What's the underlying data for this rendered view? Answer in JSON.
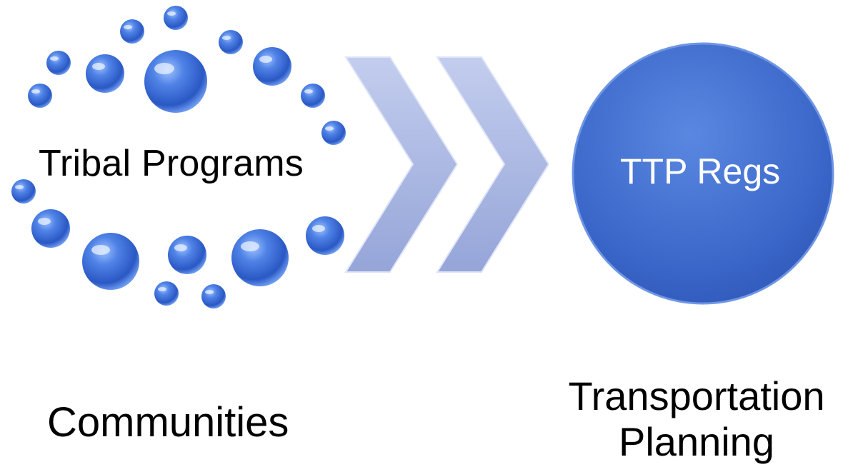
{
  "source": {
    "label": "Tribal Programs"
  },
  "target": {
    "label": "TTP Regs"
  },
  "captions": {
    "left": "Communities",
    "right_line1": "Transportation",
    "right_line2": "Planning"
  },
  "colors": {
    "bubble_main": "#3b6bd6",
    "bubble_dark": "#1f4db8",
    "circle_main": "#3f6ed1",
    "circle_edge": "#2e5cbf",
    "chevron": "#aab7e0",
    "chevron_edge": "#c9d2ef"
  }
}
